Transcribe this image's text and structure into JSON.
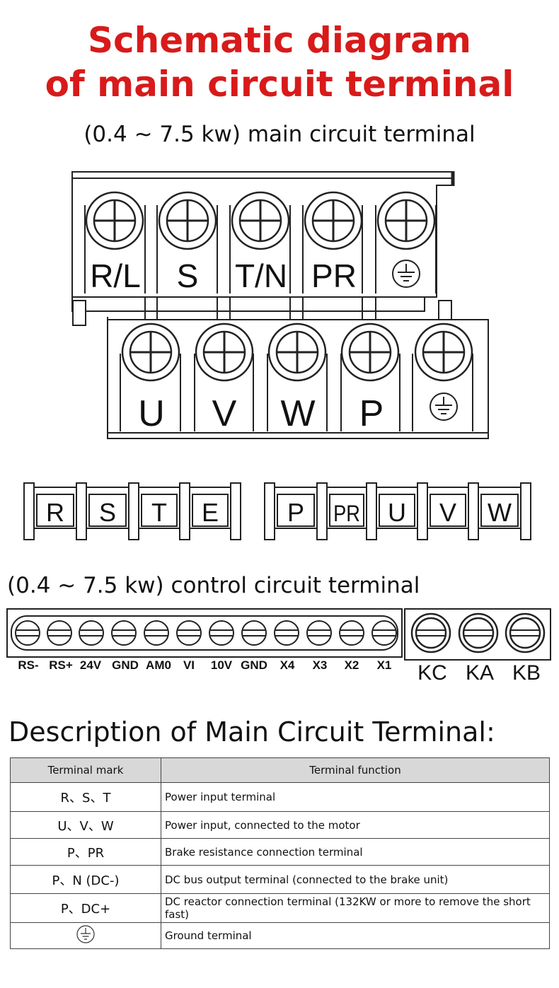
{
  "title": {
    "line1": "Schematic diagram",
    "line2": "of main circuit terminal"
  },
  "main_subtitle": "(0.4 ~ 7.5 kw) main circuit terminal",
  "control_subtitle": "(0.4 ~ 7.5 kw) control circuit terminal",
  "top_row_labels": [
    "R/L",
    "S",
    "T/N",
    "PR"
  ],
  "bottom_row_labels": [
    "U",
    "V",
    "W",
    "P"
  ],
  "block_left": [
    "R",
    "S",
    "T",
    "E"
  ],
  "block_right": [
    "P",
    "PR",
    "U",
    "V",
    "W"
  ],
  "control_labels": [
    "RS-",
    "RS+",
    "24V",
    "GND",
    "AM0",
    "VI",
    "10V",
    "GND",
    "X4",
    "X3",
    "X2",
    "X1"
  ],
  "relay_labels": [
    "KC",
    "KA",
    "KB"
  ],
  "description_heading": "Description of Main Circuit Terminal:",
  "table": {
    "header_mark": "Terminal mark",
    "header_function": "Terminal function",
    "rows": [
      {
        "mark": "R、S、T",
        "function": "Power input terminal"
      },
      {
        "mark": "U、V、W",
        "function": "Power input, connected to the motor"
      },
      {
        "mark": "P、PR",
        "function": "Brake resistance connection terminal"
      },
      {
        "mark": "P、N (DC-)",
        "function": "DC bus output terminal (connected to the brake unit)"
      },
      {
        "mark": "P、DC+",
        "function": "DC reactor connection terminal (132KW or more to remove the short fast)"
      },
      {
        "mark": "",
        "function": "Ground terminal"
      }
    ]
  }
}
